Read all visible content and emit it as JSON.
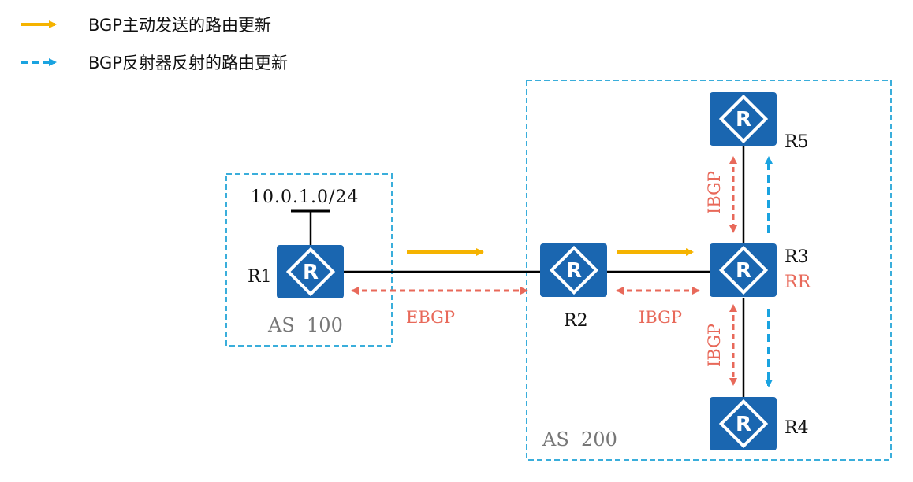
{
  "legend": {
    "items": [
      {
        "text": "BGP主动发送的路由更新",
        "color": "#f5b300",
        "style": "solid",
        "icon": "arrow-right-icon"
      },
      {
        "text": "BGP反射器反射的路由更新",
        "color": "#1aa3e0",
        "style": "dashed",
        "icon": "arrow-right-icon"
      }
    ]
  },
  "as_domains": [
    {
      "label": "AS  100",
      "border_color": "#3aaedb"
    },
    {
      "label": "AS  200",
      "border_color": "#3aaedb"
    }
  ],
  "prefix": "10.0.1.0/24",
  "routers": [
    {
      "id": "r1",
      "name": "R1",
      "icon": "router-icon"
    },
    {
      "id": "r2",
      "name": "R2",
      "icon": "router-icon"
    },
    {
      "id": "r3",
      "name": "R3",
      "role": "RR",
      "icon": "router-icon"
    },
    {
      "id": "r4",
      "name": "R4",
      "icon": "router-icon"
    },
    {
      "id": "r5",
      "name": "R5",
      "icon": "router-icon"
    }
  ],
  "sessions": {
    "r1_r2": "EBGP",
    "r2_r3": "IBGP",
    "r3_r5": "IBGP",
    "r3_r4": "IBGP"
  },
  "colors": {
    "router_fill": "#1a66b0",
    "link": "#000000",
    "bgp_update": "#f5b300",
    "reflected_update": "#1aa3e0",
    "session": "#e8695a"
  }
}
